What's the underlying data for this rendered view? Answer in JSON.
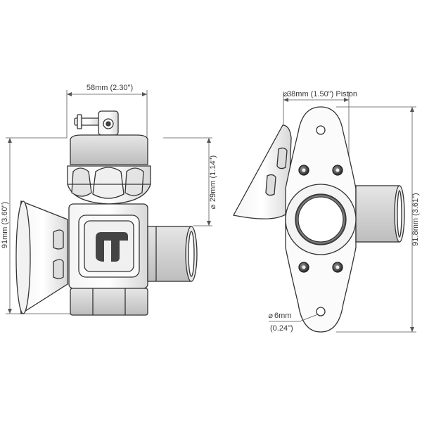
{
  "dimensions": {
    "left_width": "58mm (2.30\")",
    "left_height": "91mm (3.60\")",
    "left_pipe": "29mm (1.14\")",
    "right_piston": "38mm (1.50\") Piston",
    "right_height": "91.8mm (3.61\")",
    "right_hole_mm": "6mm",
    "right_hole_in": "(0.24\")"
  },
  "symbols": {
    "diameter": "⌀"
  }
}
